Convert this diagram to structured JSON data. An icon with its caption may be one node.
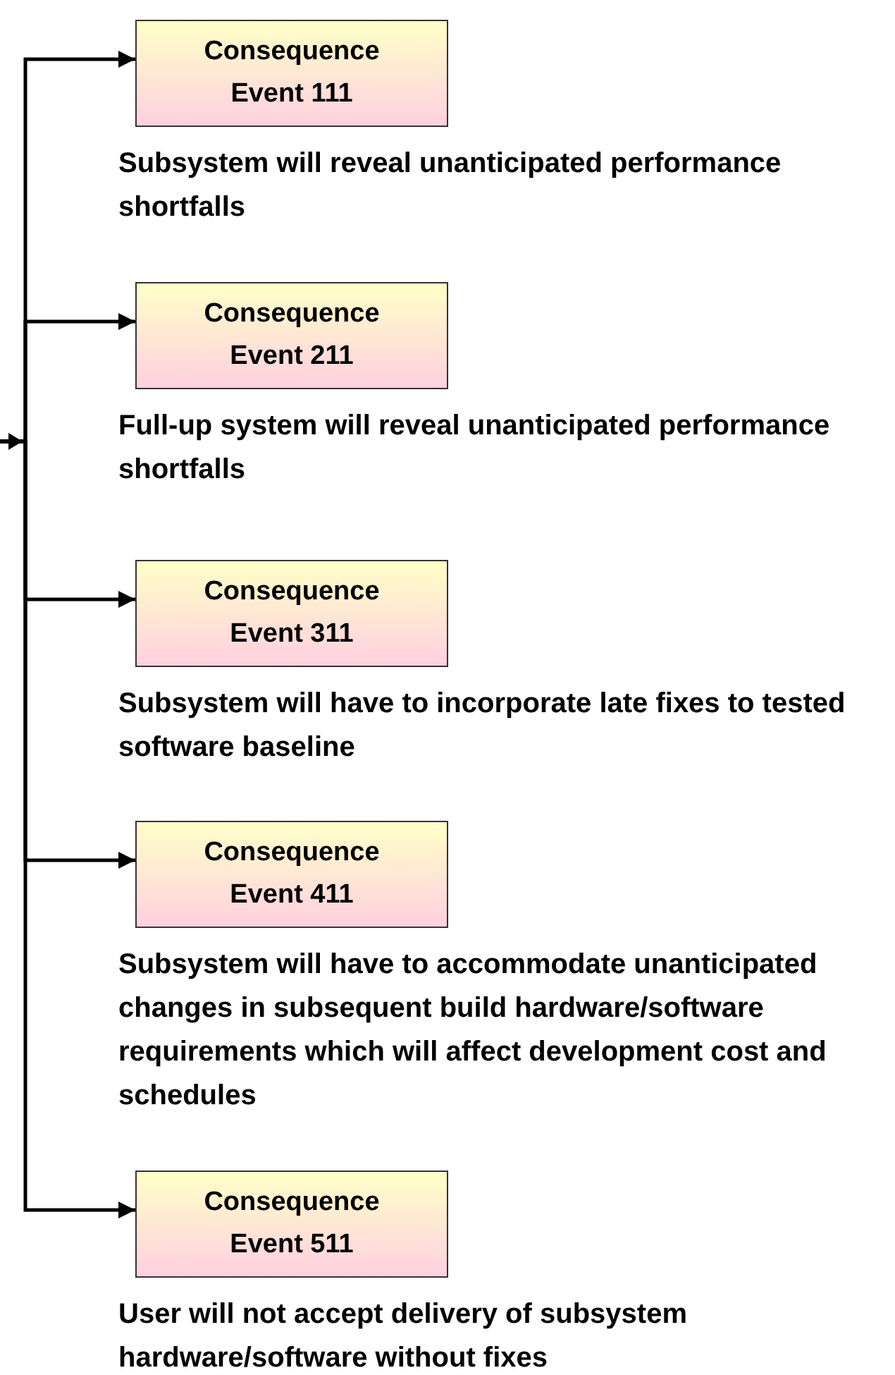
{
  "diagram": {
    "nodes": [
      {
        "text": [
          "Consequence Event 111"
        ],
        "beside": [
          "Subsystem will reveal unanticipated performance shortfalls"
        ]
      },
      {
        "text": [
          "Consequence Event 211"
        ],
        "beside": [
          "Full-up system will reveal unanticipated performance shortfalls"
        ]
      },
      {
        "text": [
          "Consequence Event 311"
        ],
        "beside": [
          "Subsystem will have to incorporate late fixes to tested software baseline"
        ]
      },
      {
        "text": [
          "Consequence Event 411"
        ],
        "beside": [
          "Subsystem will  have to accommodate unanticipated changes in subsequent build hardware/software requirements which will affect development cost and schedules"
        ]
      },
      {
        "text": [
          "Consequence Event 511"
        ],
        "beside": [
          "User will not accept delivery of subsystem hardware/software without fixes"
        ]
      }
    ],
    "edges": [
      {
        "from": null,
        "to": 0,
        "arrow": "to"
      },
      {
        "from": null,
        "to": 1,
        "arrow": "to"
      },
      {
        "from": null,
        "to": 2,
        "arrow": "to"
      },
      {
        "from": null,
        "to": 3,
        "arrow": "to"
      },
      {
        "from": null,
        "to": 4,
        "arrow": "to"
      }
    ]
  }
}
